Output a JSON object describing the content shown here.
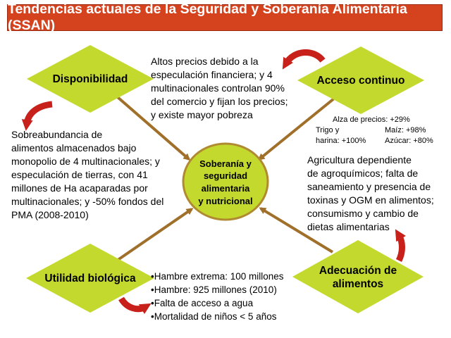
{
  "title": "Tendencias actuales de la Seguridad y Soberanía Alimentaria (SSAN)",
  "center": {
    "lines": [
      "Soberanía y",
      "seguridad",
      "alimentaria",
      "y nutricional"
    ]
  },
  "nodes": {
    "disponibilidad": "Disponibilidad",
    "acceso": "Acceso continuo",
    "utilidad": "Utilidad biológica",
    "adecuacion_lines": [
      "Adecuación de",
      "alimentos"
    ]
  },
  "text_blocks": {
    "acceso_note": [
      "Altos precios debido a la",
      "especulación financiera; y 4",
      "multinacionales controlan 90%",
      "del comercio y fijan los precios;",
      "y existe mayor pobreza"
    ],
    "disponibilidad_note": [
      "Sobreabundancia de",
      "alimentos almacenados bajo",
      "monopolio de 4 multinacionales; y",
      "especulación de tierras, con 41",
      "millones de Ha acaparadas por",
      "multinacionales; y -50% fondos del",
      "PMA (2008-2010)"
    ],
    "adecuacion_note": [
      "Agricultura dependiente",
      "de agroquímicos; falta de",
      "saneamiento y presencia de",
      "toxinas y OGM en alimentos;",
      "consumismo y cambio de",
      "dietas alimentarias"
    ]
  },
  "price_rise": {
    "heading": "Alza de precios: +29%",
    "trigo_line1": "Trigo y",
    "trigo_line2": "harina: +100%",
    "maiz": "Maíz: +98%",
    "azucar": "Azúcar: +80%"
  },
  "bullets": [
    "•Hambre extrema: 100 millones",
    "•Hambre:  925 millones (2010)",
    "•Falta de acceso a agua",
    "•Mortalidad de niños < 5 años"
  ],
  "colors": {
    "title_bg": "#d4421e",
    "diamond": "#c4d92e",
    "center_fill": "#c4d92e",
    "center_stroke": "#b08a30",
    "connector": "#a0702a",
    "curved_arrow": "#c8201a"
  }
}
